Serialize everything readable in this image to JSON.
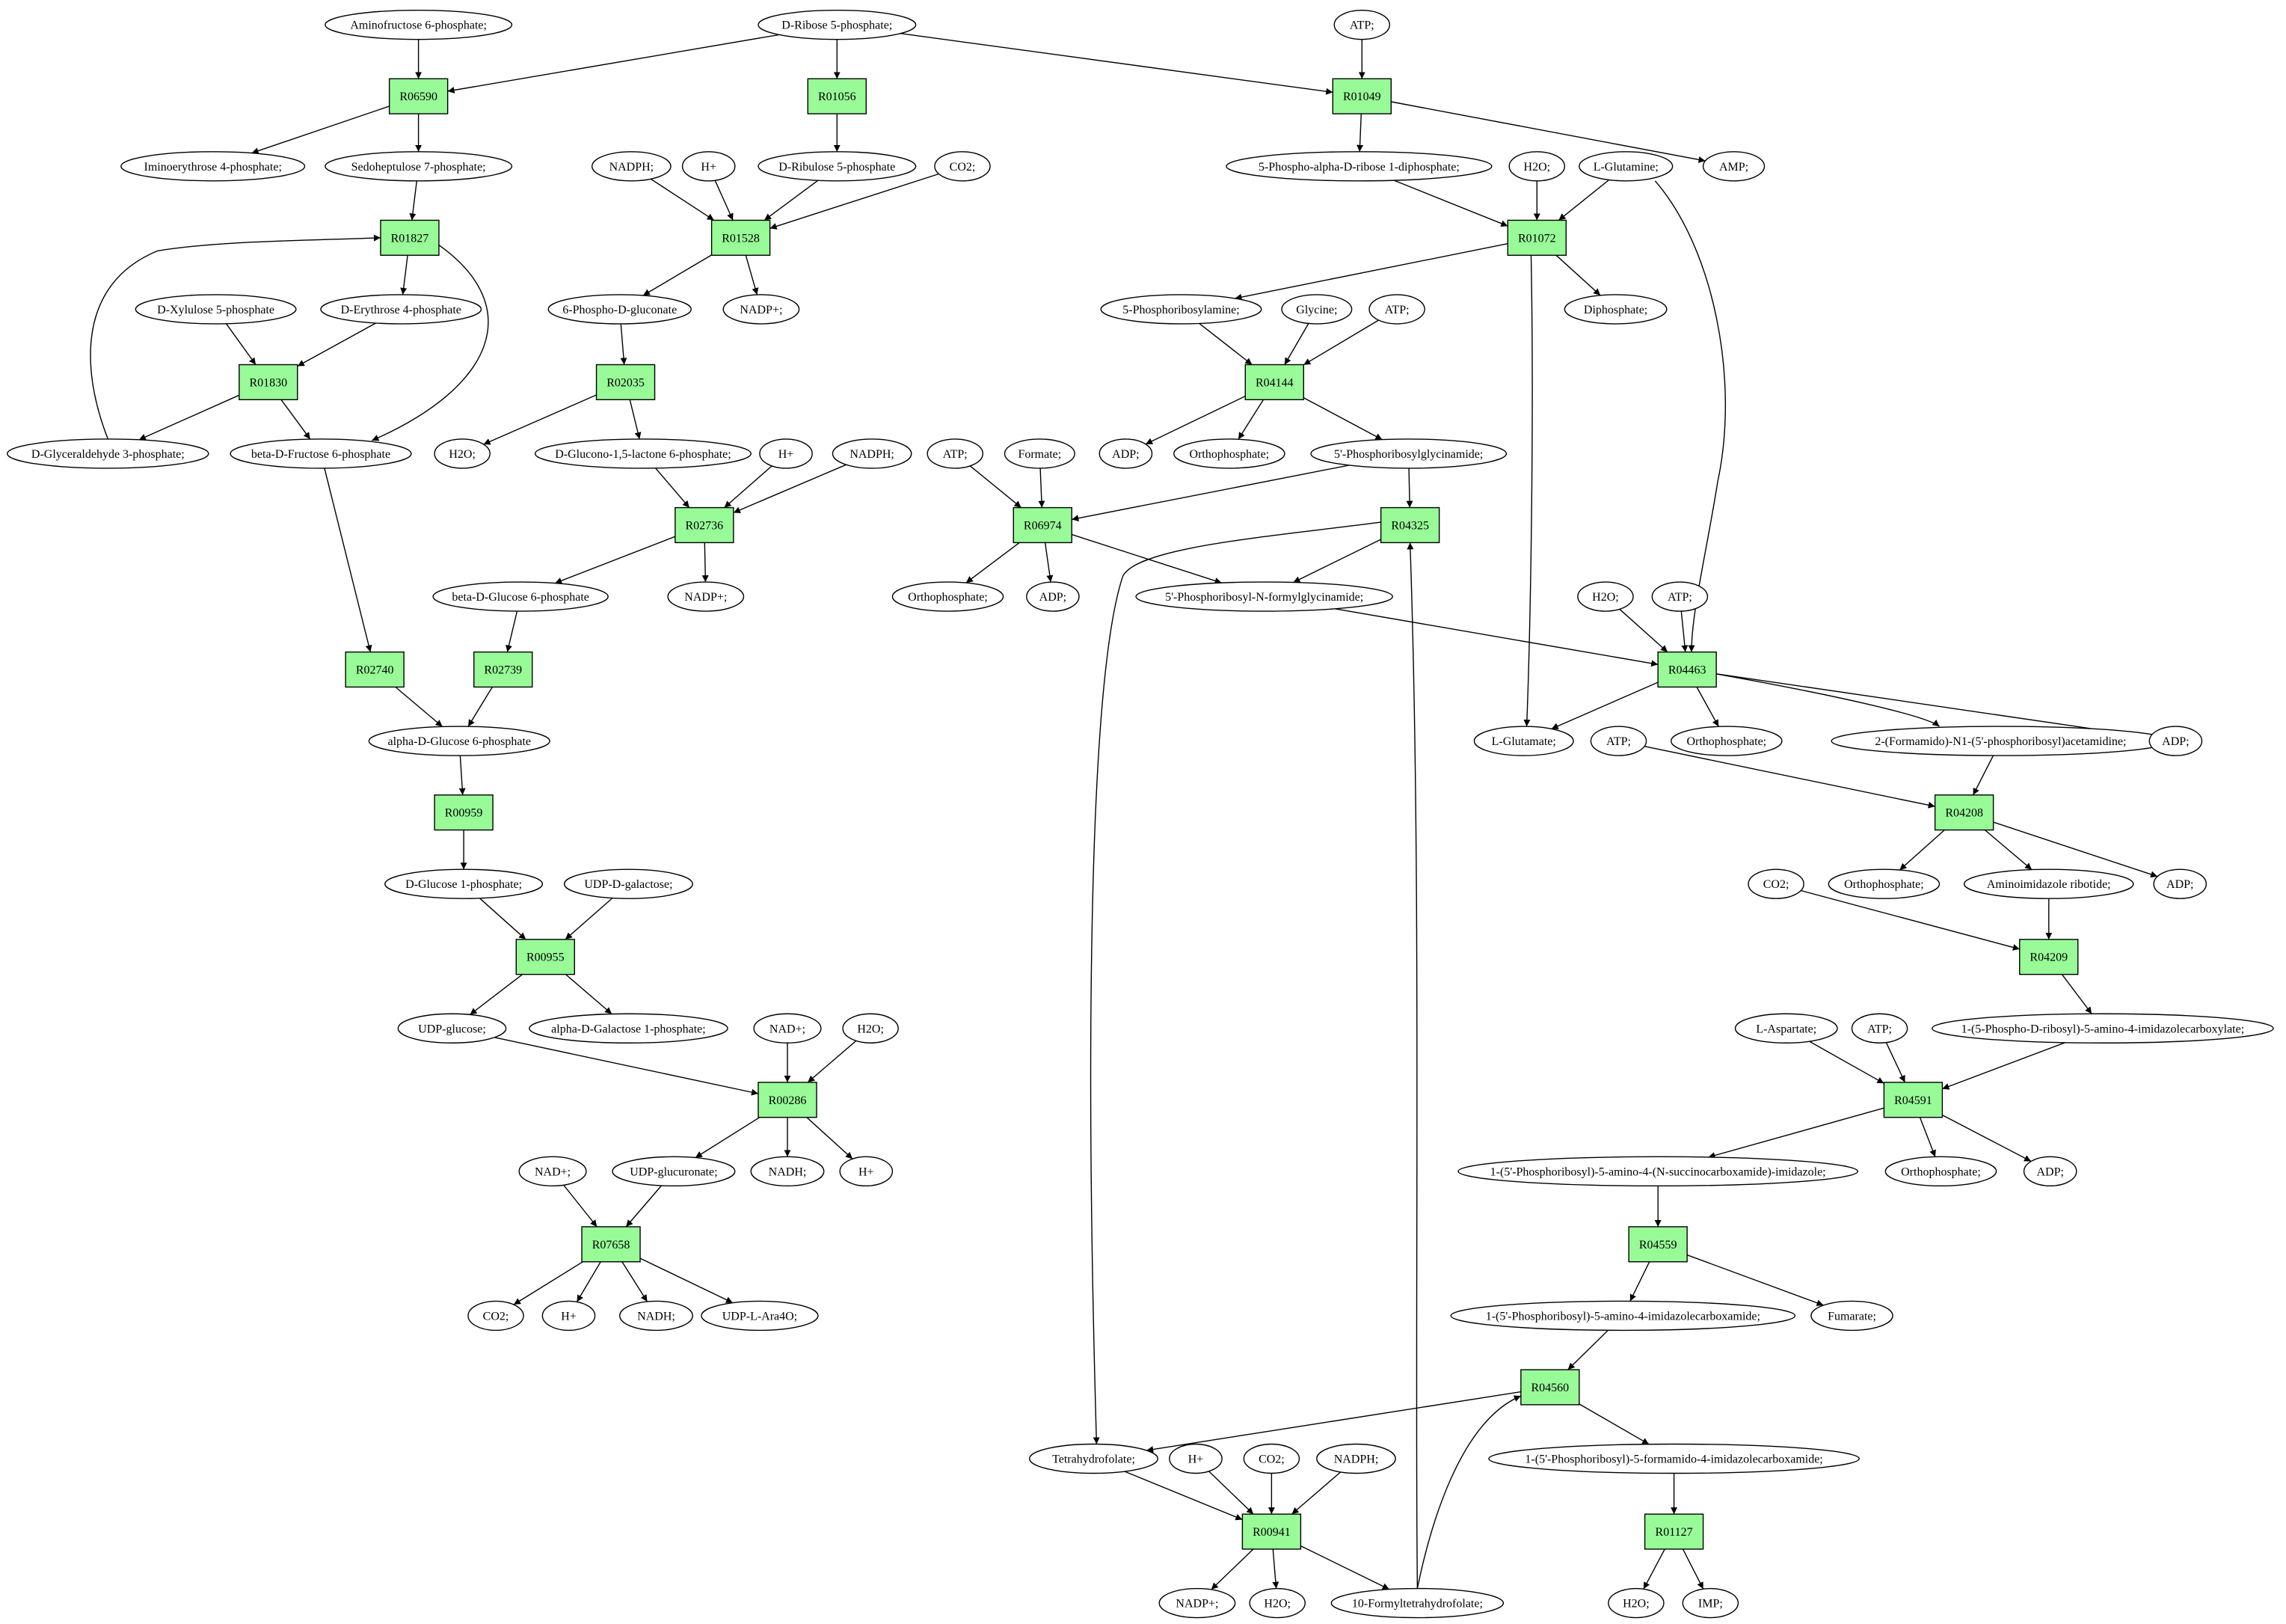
{
  "colors": {
    "reaction_fill": "#98fb98",
    "compound_fill": "#ffffff",
    "source_fill": "#00ff00",
    "target_fill": "#ffff00",
    "stroke": "#000000"
  },
  "reactions": [
    {
      "id": "r06590",
      "label": "R06590"
    },
    {
      "id": "r01056",
      "label": "R01056"
    },
    {
      "id": "r01049",
      "label": "R01049"
    },
    {
      "id": "r01827",
      "label": "R01827"
    },
    {
      "id": "r01528",
      "label": "R01528"
    },
    {
      "id": "r01072",
      "label": "R01072"
    },
    {
      "id": "r01830",
      "label": "R01830"
    },
    {
      "id": "r02035",
      "label": "R02035"
    },
    {
      "id": "r04144",
      "label": "R04144"
    },
    {
      "id": "r02736",
      "label": "R02736"
    },
    {
      "id": "r06974",
      "label": "R06974"
    },
    {
      "id": "r04325",
      "label": "R04325"
    },
    {
      "id": "r02740",
      "label": "R02740"
    },
    {
      "id": "r02739",
      "label": "R02739"
    },
    {
      "id": "r04463",
      "label": "R04463"
    },
    {
      "id": "r00959",
      "label": "R00959"
    },
    {
      "id": "r04208",
      "label": "R04208"
    },
    {
      "id": "r00955",
      "label": "R00955"
    },
    {
      "id": "r04209",
      "label": "R04209"
    },
    {
      "id": "r00286",
      "label": "R00286"
    },
    {
      "id": "r04591",
      "label": "R04591"
    },
    {
      "id": "r07658",
      "label": "R07658"
    },
    {
      "id": "r04559",
      "label": "R04559"
    },
    {
      "id": "r04560",
      "label": "R04560"
    },
    {
      "id": "r00941",
      "label": "R00941"
    },
    {
      "id": "r01127",
      "label": "R01127"
    }
  ],
  "compounds": [
    {
      "id": "aminofructose6p",
      "label": "Aminofructose 6-phosphate;"
    },
    {
      "id": "dribose5p",
      "label": "D-Ribose 5-phosphate;",
      "role": "source"
    },
    {
      "id": "atp_top",
      "label": "ATP;"
    },
    {
      "id": "iminoerythrose4p",
      "label": "Iminoerythrose 4-phosphate;"
    },
    {
      "id": "sedoheptulose7p",
      "label": "Sedoheptulose 7-phosphate;"
    },
    {
      "id": "nadph_1",
      "label": "NADPH;"
    },
    {
      "id": "hplus_1",
      "label": "H+"
    },
    {
      "id": "dribulose5p",
      "label": "D-Ribulose 5-phosphate"
    },
    {
      "id": "co2_1",
      "label": "CO2;"
    },
    {
      "id": "phosphoribosyl_pp",
      "label": "5-Phospho-alpha-D-ribose 1-diphosphate;"
    },
    {
      "id": "h2o_1",
      "label": "H2O;"
    },
    {
      "id": "lglutamine",
      "label": "L-Glutamine;"
    },
    {
      "id": "amp",
      "label": "AMP;"
    },
    {
      "id": "dxylulose5p",
      "label": "D-Xylulose 5-phosphate"
    },
    {
      "id": "derythrose4p",
      "label": "D-Erythrose 4-phosphate"
    },
    {
      "id": "phosphogluconate",
      "label": "6-Phospho-D-gluconate"
    },
    {
      "id": "nadpplus_1",
      "label": "NADP+;"
    },
    {
      "id": "phosphoribosylamine",
      "label": "5-Phosphoribosylamine;"
    },
    {
      "id": "glycine",
      "label": "Glycine;"
    },
    {
      "id": "atp_2",
      "label": "ATP;"
    },
    {
      "id": "diphosphate",
      "label": "Diphosphate;"
    },
    {
      "id": "dglyceraldehyde3p",
      "label": "D-Glyceraldehyde 3-phosphate;"
    },
    {
      "id": "betafructose6p",
      "label": "beta-D-Fructose 6-phosphate"
    },
    {
      "id": "h2o_2",
      "label": "H2O;"
    },
    {
      "id": "dglucono",
      "label": "D-Glucono-1,5-lactone 6-phosphate;"
    },
    {
      "id": "hplus_2",
      "label": "H+"
    },
    {
      "id": "nadph_2",
      "label": "NADPH;"
    },
    {
      "id": "adp_1",
      "label": "ADP;"
    },
    {
      "id": "orthophosphate_1",
      "label": "Orthophosphate;"
    },
    {
      "id": "gar",
      "label": "5'-Phosphoribosylglycinamide;"
    },
    {
      "id": "atp_3",
      "label": "ATP;"
    },
    {
      "id": "formate",
      "label": "Formate;"
    },
    {
      "id": "betaglucose6p",
      "label": "beta-D-Glucose 6-phosphate"
    },
    {
      "id": "nadpplus_2",
      "label": "NADP+;"
    },
    {
      "id": "orthophosphate_2",
      "label": "Orthophosphate;"
    },
    {
      "id": "adp_2",
      "label": "ADP;"
    },
    {
      "id": "fgar",
      "label": "5'-Phosphoribosyl-N-formylglycinamide;"
    },
    {
      "id": "h2o_3",
      "label": "H2O;"
    },
    {
      "id": "atp_4",
      "label": "ATP;"
    },
    {
      "id": "alphaglucose6p",
      "label": "alpha-D-Glucose 6-phosphate"
    },
    {
      "id": "lglutamate",
      "label": "L-Glutamate;"
    },
    {
      "id": "orthophosphate_3",
      "label": "Orthophosphate;"
    },
    {
      "id": "fgam",
      "label": "2-(Formamido)-N1-(5'-phosphoribosyl)acetamidine;"
    },
    {
      "id": "adp_3",
      "label": "ADP;"
    },
    {
      "id": "atp_5",
      "label": "ATP;"
    },
    {
      "id": "dglucose1p",
      "label": "D-Glucose 1-phosphate;"
    },
    {
      "id": "udpgalactose",
      "label": "UDP-D-galactose;"
    },
    {
      "id": "orthophosphate_4",
      "label": "Orthophosphate;"
    },
    {
      "id": "air",
      "label": "Aminoimidazole ribotide;"
    },
    {
      "id": "adp_4",
      "label": "ADP;"
    },
    {
      "id": "co2_2",
      "label": "CO2;"
    },
    {
      "id": "udpglucose",
      "label": "UDP-glucose;"
    },
    {
      "id": "alphagalactose1p",
      "label": "alpha-D-Galactose 1-phosphate;"
    },
    {
      "id": "nadplus_1",
      "label": "NAD+;"
    },
    {
      "id": "h2o_4",
      "label": "H2O;"
    },
    {
      "id": "cair",
      "label": "1-(5-Phospho-D-ribosyl)-5-amino-4-imidazolecarboxylate;"
    },
    {
      "id": "laspartate",
      "label": "L-Aspartate;"
    },
    {
      "id": "atp_6",
      "label": "ATP;"
    },
    {
      "id": "nadplus_2",
      "label": "NAD+;"
    },
    {
      "id": "udpglucuronate",
      "label": "UDP-glucuronate;"
    },
    {
      "id": "nadh_1",
      "label": "NADH;"
    },
    {
      "id": "hplus_3",
      "label": "H+"
    },
    {
      "id": "saicar",
      "label": "1-(5'-Phosphoribosyl)-5-amino-4-(N-succinocarboxamide)-imidazole;"
    },
    {
      "id": "orthophosphate_5",
      "label": "Orthophosphate;"
    },
    {
      "id": "adp_5",
      "label": "ADP;"
    },
    {
      "id": "co2_3",
      "label": "CO2;"
    },
    {
      "id": "hplus_4",
      "label": "H+"
    },
    {
      "id": "nadh_2",
      "label": "NADH;"
    },
    {
      "id": "udplara",
      "label": "UDP-L-Ara4O;"
    },
    {
      "id": "aicar",
      "label": "1-(5'-Phosphoribosyl)-5-amino-4-imidazolecarboxamide;"
    },
    {
      "id": "fumarate",
      "label": "Fumarate;"
    },
    {
      "id": "tetrahydrofolate",
      "label": "Tetrahydrofolate;"
    },
    {
      "id": "hplus_5",
      "label": "H+"
    },
    {
      "id": "co2_4",
      "label": "CO2;"
    },
    {
      "id": "nadph_3",
      "label": "NADPH;"
    },
    {
      "id": "faicar",
      "label": "1-(5'-Phosphoribosyl)-5-formamido-4-imidazolecarboxamide;"
    },
    {
      "id": "nadpplus_3",
      "label": "NADP+;"
    },
    {
      "id": "h2o_5",
      "label": "H2O;"
    },
    {
      "id": "formylthf",
      "label": "10-Formyltetrahydrofolate;"
    },
    {
      "id": "h2o_6",
      "label": "H2O;"
    },
    {
      "id": "imp",
      "label": "IMP;",
      "role": "target"
    }
  ],
  "edges": [
    [
      "aminofructose6p",
      "r06590"
    ],
    [
      "dribose5p",
      "r06590"
    ],
    [
      "r06590",
      "iminoerythrose4p"
    ],
    [
      "r06590",
      "sedoheptulose7p"
    ],
    [
      "dribose5p",
      "r01056"
    ],
    [
      "r01056",
      "dribulose5p"
    ],
    [
      "dribose5p",
      "r01049"
    ],
    [
      "atp_top",
      "r01049"
    ],
    [
      "r01049",
      "phosphoribosyl_pp"
    ],
    [
      "r01049",
      "amp"
    ],
    [
      "sedoheptulose7p",
      "r01827"
    ],
    [
      "r01827",
      "derythrose4p"
    ],
    [
      "r01827",
      "betafructose6p"
    ],
    [
      "nadph_1",
      "r01528"
    ],
    [
      "hplus_1",
      "r01528"
    ],
    [
      "dribulose5p",
      "r01528"
    ],
    [
      "co2_1",
      "r01528"
    ],
    [
      "r01528",
      "phosphogluconate"
    ],
    [
      "r01528",
      "nadpplus_1"
    ],
    [
      "phosphoribosyl_pp",
      "r01072"
    ],
    [
      "h2o_1",
      "r01072"
    ],
    [
      "lglutamine",
      "r01072"
    ],
    [
      "r01072",
      "phosphoribosylamine"
    ],
    [
      "r01072",
      "diphosphate"
    ],
    [
      "r01072",
      "lglutamate"
    ],
    [
      "dxylulose5p",
      "r01830"
    ],
    [
      "derythrose4p",
      "r01830"
    ],
    [
      "r01830",
      "dglyceraldehyde3p"
    ],
    [
      "r01830",
      "betafructose6p"
    ],
    [
      "dglyceraldehyde3p",
      "r01827"
    ],
    [
      "phosphogluconate",
      "r02035"
    ],
    [
      "r02035",
      "h2o_2"
    ],
    [
      "r02035",
      "dglucono"
    ],
    [
      "phosphoribosylamine",
      "r04144"
    ],
    [
      "glycine",
      "r04144"
    ],
    [
      "atp_2",
      "r04144"
    ],
    [
      "r04144",
      "adp_1"
    ],
    [
      "r04144",
      "orthophosphate_1"
    ],
    [
      "r04144",
      "gar"
    ],
    [
      "dglucono",
      "r02736"
    ],
    [
      "hplus_2",
      "r02736"
    ],
    [
      "nadph_2",
      "r02736"
    ],
    [
      "r02736",
      "betaglucose6p"
    ],
    [
      "r02736",
      "nadpplus_2"
    ],
    [
      "atp_3",
      "r06974"
    ],
    [
      "formate",
      "r06974"
    ],
    [
      "gar",
      "r06974"
    ],
    [
      "r06974",
      "orthophosphate_2"
    ],
    [
      "r06974",
      "adp_2"
    ],
    [
      "r06974",
      "fgar"
    ],
    [
      "gar",
      "r04325"
    ],
    [
      "formylthf",
      "r04325"
    ],
    [
      "r04325",
      "fgar"
    ],
    [
      "r04325",
      "tetrahydrofolate"
    ],
    [
      "betafructose6p",
      "r02740"
    ],
    [
      "betaglucose6p",
      "r02739"
    ],
    [
      "r02740",
      "alphaglucose6p"
    ],
    [
      "r02739",
      "alphaglucose6p"
    ],
    [
      "fgar",
      "r04463"
    ],
    [
      "h2o_3",
      "r04463"
    ],
    [
      "atp_4",
      "r04463"
    ],
    [
      "lglutamine",
      "r04463"
    ],
    [
      "r04463",
      "lglutamate"
    ],
    [
      "r04463",
      "orthophosphate_3"
    ],
    [
      "r04463",
      "fgam"
    ],
    [
      "r04463",
      "adp_3"
    ],
    [
      "alphaglucose6p",
      "r00959"
    ],
    [
      "r00959",
      "dglucose1p"
    ],
    [
      "fgam",
      "r04208"
    ],
    [
      "atp_5",
      "r04208"
    ],
    [
      "r04208",
      "orthophosphate_4"
    ],
    [
      "r04208",
      "air"
    ],
    [
      "r04208",
      "adp_4"
    ],
    [
      "dglucose1p",
      "r00955"
    ],
    [
      "udpgalactose",
      "r00955"
    ],
    [
      "r00955",
      "udpglucose"
    ],
    [
      "r00955",
      "alphagalactose1p"
    ],
    [
      "air",
      "r04209"
    ],
    [
      "co2_2",
      "r04209"
    ],
    [
      "r04209",
      "cair"
    ],
    [
      "udpglucose",
      "r00286"
    ],
    [
      "nadplus_1",
      "r00286"
    ],
    [
      "h2o_4",
      "r00286"
    ],
    [
      "r00286",
      "udpglucuronate"
    ],
    [
      "r00286",
      "nadh_1"
    ],
    [
      "r00286",
      "hplus_3"
    ],
    [
      "cair",
      "r04591"
    ],
    [
      "laspartate",
      "r04591"
    ],
    [
      "atp_6",
      "r04591"
    ],
    [
      "r04591",
      "saicar"
    ],
    [
      "r04591",
      "orthophosphate_5"
    ],
    [
      "r04591",
      "adp_5"
    ],
    [
      "nadplus_2",
      "r07658"
    ],
    [
      "udpglucuronate",
      "r07658"
    ],
    [
      "r07658",
      "co2_3"
    ],
    [
      "r07658",
      "hplus_4"
    ],
    [
      "r07658",
      "nadh_2"
    ],
    [
      "r07658",
      "udplara"
    ],
    [
      "saicar",
      "r04559"
    ],
    [
      "r04559",
      "aicar"
    ],
    [
      "r04559",
      "fumarate"
    ],
    [
      "aicar",
      "r04560"
    ],
    [
      "formylthf",
      "r04560"
    ],
    [
      "r04560",
      "tetrahydrofolate"
    ],
    [
      "r04560",
      "faicar"
    ],
    [
      "tetrahydrofolate",
      "r00941"
    ],
    [
      "hplus_5",
      "r00941"
    ],
    [
      "co2_4",
      "r00941"
    ],
    [
      "nadph_3",
      "r00941"
    ],
    [
      "r00941",
      "nadpplus_3"
    ],
    [
      "r00941",
      "h2o_5"
    ],
    [
      "r00941",
      "formylthf"
    ],
    [
      "faicar",
      "r01127"
    ],
    [
      "r01127",
      "h2o_6"
    ],
    [
      "r01127",
      "imp"
    ]
  ]
}
